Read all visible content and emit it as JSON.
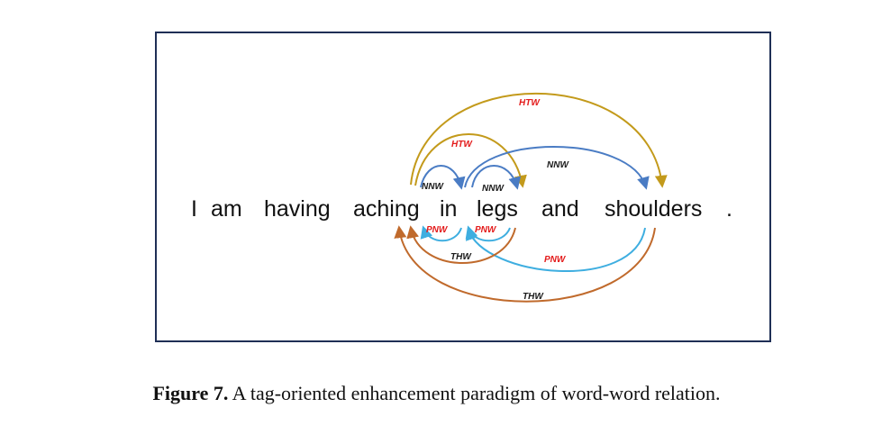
{
  "sentence": {
    "words": [
      "I",
      "am",
      "having",
      "aching",
      "in",
      "legs",
      "and",
      "shoulders",
      "."
    ]
  },
  "relations": {
    "htw_outer": "HTW",
    "htw_inner": "HTW",
    "nnw_left": "NNW",
    "nnw_mid": "NNW",
    "nnw_right": "NNW",
    "pnw_left": "PNW",
    "pnw_mid": "PNW",
    "pnw_right": "PNW",
    "thw_inner": "THW",
    "thw_outer": "THW"
  },
  "colors": {
    "border": "#1f2f56",
    "htw_arc": "#c39a1b",
    "nnw_arc": "#4a7cc4",
    "pnw_arc": "#3eaee0",
    "thw_arc": "#c06a2c",
    "tag_red": "#e31b1b",
    "tag_dark": "#1a1a1a"
  },
  "caption": {
    "label": "Figure 7.",
    "text": " A tag-oriented enhancement paradigm of word-word relation."
  }
}
